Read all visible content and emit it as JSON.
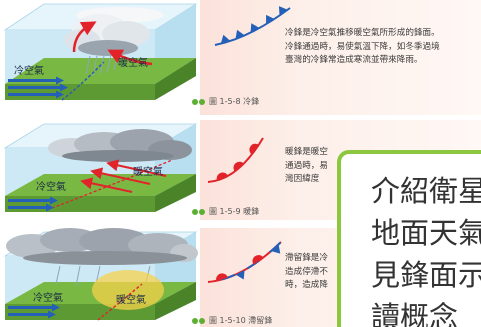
{
  "sections": [
    {
      "labels": {
        "cold": "冷空氣",
        "warm": "暖空氣"
      },
      "text": [
        "冷鋒是冷空氣推移暖空氣所形成的鋒面。",
        "冷鋒通過時，易使氣溫下降，如冬季過境",
        "臺灣的冷鋒常造成寒流並帶來降雨。"
      ],
      "caption": "圖 1-5-8 冷鋒"
    },
    {
      "labels": {
        "cold": "冷空氣",
        "warm": "暖空氣"
      },
      "text": [
        "暖鋒是暖空",
        "通過時，易",
        "灣因緯度"
      ],
      "caption": "圖 1-5-9 暖鋒"
    },
    {
      "labels": {
        "cold": "冷空氣",
        "warm": "暖空氣"
      },
      "text": [
        "滯留鋒是冷",
        "造成停滯不",
        "時，造成降"
      ],
      "caption": "圖 1-5-10 滯留鋒"
    }
  ],
  "overlay": {
    "lines": [
      "介紹衛星",
      "地面天氣",
      "見鋒面示",
      "讀概念"
    ]
  },
  "icons": {
    "caption": "figure-badge-icon"
  },
  "colors": {
    "accent_green": "#8dc63f",
    "cold_blue": "#2460b8",
    "warm_red": "#e2232a",
    "badge_green": "#5daf34"
  }
}
